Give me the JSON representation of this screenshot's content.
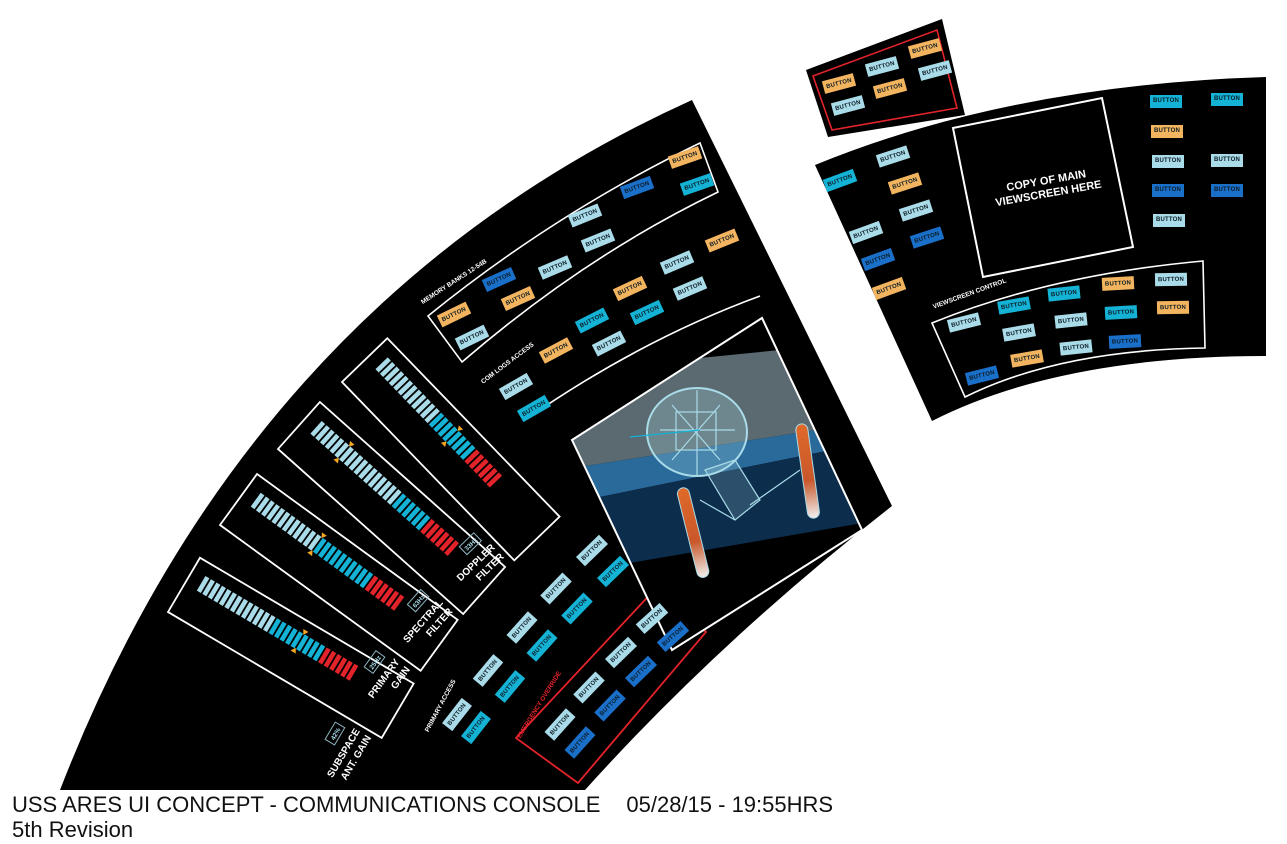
{
  "caption": {
    "title": "USS ARES UI CONCEPT - COMMUNICATIONS CONSOLE",
    "timestamp": "05/28/15 - 19:55HRS",
    "revision": "5th Revision"
  },
  "colors": {
    "light": "#a9dbe8",
    "cyan": "#14b3d6",
    "blue": "#1a6fc9",
    "orange": "#f2b45f",
    "red": "#e3232a",
    "marker": "#f5a623",
    "panel": "#000000"
  },
  "meters": [
    {
      "line1": "SUBSPACE",
      "line2": "ANT. GAIN",
      "value": "42%",
      "segments": {
        "light": 13,
        "cyan": 9,
        "red": 6
      },
      "marker_segment": 18
    },
    {
      "line1": "PRIMARY",
      "line2": "GAIN",
      "value": "25Hz",
      "segments": {
        "light": 12,
        "cyan": 10,
        "red": 6
      },
      "marker_segment": 12
    },
    {
      "line1": "SPECTRAL",
      "line2": "FILTER",
      "value": "63Hz",
      "segments": {
        "light": 17,
        "cyan": 6,
        "red": 6
      },
      "marker_segment": 6
    },
    {
      "line1": "DOPPLER",
      "line2": "FILTER",
      "value": "33Hz",
      "segments": {
        "light": 12,
        "cyan": 8,
        "red": 6
      },
      "marker_segment": 16
    }
  ],
  "viewscreen": {
    "line1": "COPY OF MAIN",
    "line2": "VIEWSCREEN HERE"
  },
  "sections": {
    "memory_banks": {
      "label": "MEMORY BANKS 12-54B",
      "buttons": [
        {
          "label": "BUTTON",
          "color": "orange"
        },
        {
          "label": "BUTTON",
          "color": "light"
        },
        {
          "label": "BUTTON",
          "color": "blue"
        },
        {
          "label": "BUTTON",
          "color": "orange"
        },
        {
          "label": "BUTTON",
          "color": "light"
        },
        {
          "label": "BUTTON",
          "color": "light"
        },
        {
          "label": "BUTTON",
          "color": "light"
        },
        {
          "label": "BUTTON",
          "color": "blue"
        },
        {
          "label": "BUTTON",
          "color": "orange"
        },
        {
          "label": "BUTTON",
          "color": "cyan"
        }
      ]
    },
    "com_logs": {
      "label": "COM LOGS ACCESS",
      "buttons": [
        {
          "label": "BUTTON",
          "color": "light"
        },
        {
          "label": "BUTTON",
          "color": "cyan"
        },
        {
          "label": "BUTTON",
          "color": "orange"
        },
        {
          "label": "BUTTON",
          "color": "cyan"
        },
        {
          "label": "BUTTON",
          "color": "light"
        },
        {
          "label": "BUTTON",
          "color": "orange"
        },
        {
          "label": "BUTTON",
          "color": "cyan"
        },
        {
          "label": "BUTTON",
          "color": "light"
        },
        {
          "label": "BUTTON",
          "color": "light"
        },
        {
          "label": "BUTTON",
          "color": "orange"
        }
      ]
    },
    "primary_access": {
      "label": "PRIMARY ACCESS",
      "buttons": [
        {
          "label": "BUTTON",
          "color": "light"
        },
        {
          "label": "BUTTON",
          "color": "cyan"
        },
        {
          "label": "BUTTON",
          "color": "light"
        },
        {
          "label": "BUTTON",
          "color": "cyan"
        },
        {
          "label": "BUTTON",
          "color": "light"
        },
        {
          "label": "BUTTON",
          "color": "cyan"
        },
        {
          "label": "BUTTON",
          "color": "light"
        },
        {
          "label": "BUTTON",
          "color": "cyan"
        },
        {
          "label": "BUTTON",
          "color": "light"
        },
        {
          "label": "BUTTON",
          "color": "cyan"
        }
      ]
    },
    "emergency_override": {
      "label": "EMERGENCY OVERRIDE",
      "buttons": [
        {
          "label": "BUTTON",
          "color": "light"
        },
        {
          "label": "BUTTON",
          "color": "blue"
        },
        {
          "label": "BUTTON",
          "color": "light"
        },
        {
          "label": "BUTTON",
          "color": "blue"
        },
        {
          "label": "BUTTON",
          "color": "light"
        },
        {
          "label": "BUTTON",
          "color": "blue"
        },
        {
          "label": "BUTTON",
          "color": "light"
        },
        {
          "label": "BUTTON",
          "color": "blue"
        }
      ]
    },
    "top_panel": {
      "buttons": [
        {
          "label": "BUTTON",
          "color": "orange"
        },
        {
          "label": "BUTTON",
          "color": "light"
        },
        {
          "label": "BUTTON",
          "color": "orange"
        },
        {
          "label": "BUTTON",
          "color": "light"
        },
        {
          "label": "BUTTON",
          "color": "orange"
        },
        {
          "label": "BUTTON",
          "color": "light"
        }
      ]
    },
    "right_left_column": {
      "buttons": [
        {
          "label": "BUTTON",
          "color": "cyan"
        },
        {
          "label": "BUTTON",
          "color": "light"
        },
        {
          "label": "BUTTON",
          "color": "orange"
        },
        {
          "label": "BUTTON",
          "color": "light"
        },
        {
          "label": "BUTTON",
          "color": "light"
        },
        {
          "label": "BUTTON",
          "color": "blue"
        },
        {
          "label": "BUTTON",
          "color": "blue"
        },
        {
          "label": "BUTTON",
          "color": "orange"
        }
      ]
    },
    "right_column": {
      "buttons": [
        {
          "label": "BUTTON",
          "color": "cyan"
        },
        {
          "label": "BUTTON",
          "color": "cyan"
        },
        {
          "label": "BUTTON",
          "color": "orange"
        },
        {
          "label": "BUTTON",
          "color": "light"
        },
        {
          "label": "BUTTON",
          "color": "light"
        },
        {
          "label": "BUTTON",
          "color": "blue"
        },
        {
          "label": "BUTTON",
          "color": "blue"
        },
        {
          "label": "BUTTON",
          "color": "light"
        }
      ]
    },
    "viewscreen_control": {
      "label": "VIEWSCREEN CONTROL",
      "buttons": [
        {
          "label": "BUTTON",
          "color": "light"
        },
        {
          "label": "BUTTON",
          "color": "cyan"
        },
        {
          "label": "BUTTON",
          "color": "cyan"
        },
        {
          "label": "BUTTON",
          "color": "orange"
        },
        {
          "label": "BUTTON",
          "color": "light"
        },
        {
          "label": "BUTTON",
          "color": "light"
        },
        {
          "label": "BUTTON",
          "color": "light"
        },
        {
          "label": "BUTTON",
          "color": "cyan"
        },
        {
          "label": "BUTTON",
          "color": "orange"
        },
        {
          "label": "BUTTON",
          "color": "light"
        },
        {
          "label": "BUTTON",
          "color": "blue"
        },
        {
          "label": "BUTTON",
          "color": "blue"
        },
        {
          "label": "BUTTON",
          "color": "orange"
        }
      ]
    }
  }
}
